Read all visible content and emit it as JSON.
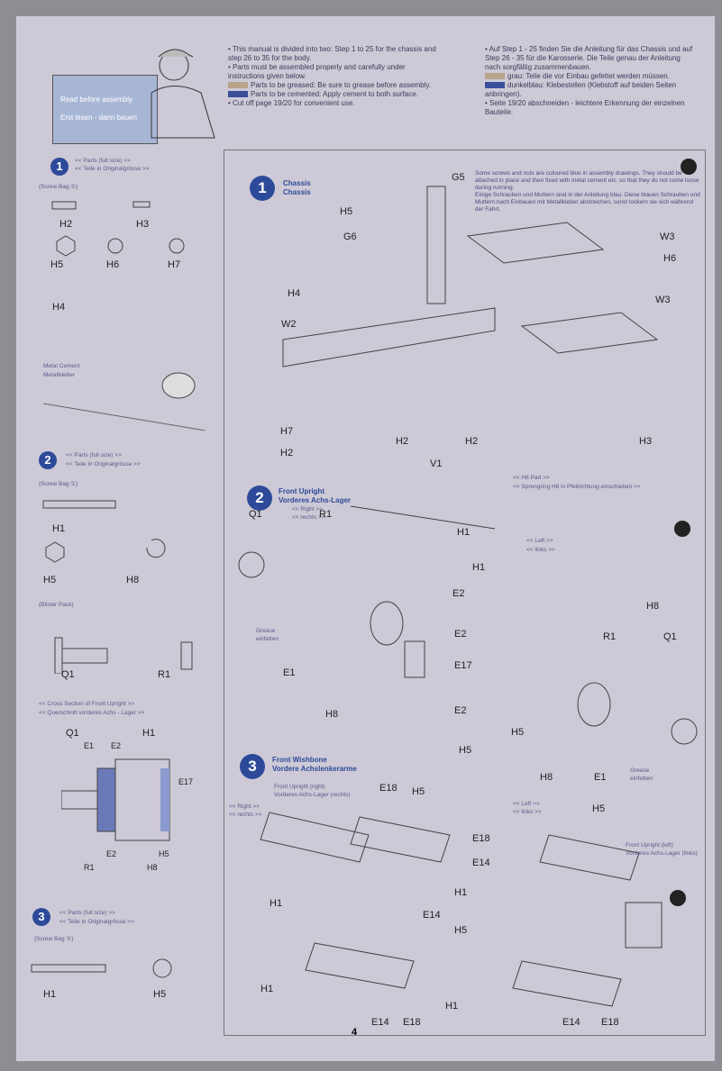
{
  "intro": {
    "sign": [
      "Read before assembly",
      "Erst lesen - dann bauen"
    ],
    "en": [
      "• This manual is divided into two: Step 1 to 25 for the chassis and step 26 to 35 for the body.",
      "• Parts must be assembled properly and carefully under instructions given below.",
      "Parts to be greased: Be sure to grease before assembly.",
      "Parts to be cemented: Apply cement to both surface.",
      "• Cut off page 19/20 for convenient use."
    ],
    "de": [
      "• Auf Step 1 - 25 finden Sie die Anleitung für das Chassis und auf Step 26 - 35 für die Karosserie. Die Teile genau der Anleitung nach sorgfältig zusammenbauen.",
      "grau: Teile die vor Einbau gefettet werden müssen.",
      "dunkelblau: Klebestellen (Klebstoff auf beiden Seiten anbringen).",
      "• Seite 19/20 abschneiden - leichtere Erkennung der einzelnen Bauteile."
    ],
    "grease_color": "#b8a48a",
    "cement_color": "#3a4f9a"
  },
  "parts": {
    "s1": {
      "num": "1",
      "title": "<< Parts (full size) >>",
      "title_de": "<< Teile in Originalgrösse >>",
      "bag": "(Screw Bag ①)",
      "items": [
        "H2",
        "H3",
        "H5",
        "H6",
        "H7",
        "H4"
      ],
      "cement": [
        "Metal Cement",
        "Metallkleber"
      ]
    },
    "s2": {
      "num": "2",
      "title": "<< Parts (full size) >>",
      "title_de": "<< Teile in Originalgrösse >>",
      "bag": "(Screw Bag ①)",
      "items": [
        "H1",
        "H5",
        "H8"
      ],
      "blister": "(Blister Pack)",
      "blister_items": [
        "Q1",
        "R1"
      ],
      "section": "<< Cross Section of Front Upright >>",
      "section_de": "<< Querschnitt vorderes Achs - Lager >>",
      "section_labels": [
        "Q1",
        "E1",
        "E2",
        "H1",
        "E17",
        "E2",
        "H5",
        "R1",
        "H8"
      ]
    },
    "s3": {
      "num": "3",
      "title": "<< Parts (full size) >>",
      "title_de": "<< Teile in Originalgrösse >>",
      "bag": "(Screw Bag ①)",
      "items": [
        "H1",
        "H5"
      ]
    }
  },
  "steps": [
    {
      "num": "1",
      "title": "Chassis",
      "title_de": "Chassis",
      "note": "Some screws and nuts are coloured blue in assembly drawings. They should be attached in place and then fixed with metal cement etc. so that they do not come loose during running.",
      "note_de": "Einige Schrauben und Muttern sind in der Anleitung blau. Diese blauen Schrauben und Muttern nach Einbauen mit Metallkleber abstreichen, sonst lockern sie sich während der Fahrt.",
      "labels": [
        "H5",
        "G5",
        "G6",
        "W3",
        "H6",
        "H4",
        "W2",
        "W3",
        "H7",
        "H2",
        "H2",
        "H2",
        "V1",
        "H3"
      ]
    },
    {
      "num": "2",
      "title": "Front Upright",
      "title_de": "Vorderes Achs-Lager",
      "right": "<< Right >>",
      "right_de": "<< rechts >>",
      "left": "<< Left >>",
      "left_de": "<< links >>",
      "h8note": "<< H8 Part >>",
      "h8note_de": "<< Sprengring H8 in Pfeilrichtung einschieben >>",
      "grease": "Grease",
      "grease_de": "einfetten",
      "labels": [
        "Q1",
        "R1",
        "H1",
        "E2",
        "E17",
        "E1",
        "H8",
        "E2",
        "H5",
        "H1",
        "E2",
        "R1",
        "Q1",
        "H8",
        "E1",
        "H5",
        "H8"
      ]
    },
    {
      "num": "3",
      "title": "Front Wishbone",
      "title_de": "Vordere Achslenkerarme",
      "fu_right": "Front Upright (right)",
      "fu_right_de": "Vorderes Achs-Lager (rechts)",
      "fu_left": "Front Upright (left)",
      "fu_left_de": "Vorderes Achs-Lager (links)",
      "right": "<< Right >>",
      "right_de": "<< rechts >>",
      "left": "<< Left >>",
      "left_de": "<< links >>",
      "labels": [
        "E18",
        "H5",
        "H1",
        "E14",
        "H5",
        "H1",
        "E14",
        "E18",
        "E18",
        "H5",
        "E14",
        "H1",
        "H1",
        "E14",
        "E18"
      ]
    }
  ],
  "page_number": "4"
}
